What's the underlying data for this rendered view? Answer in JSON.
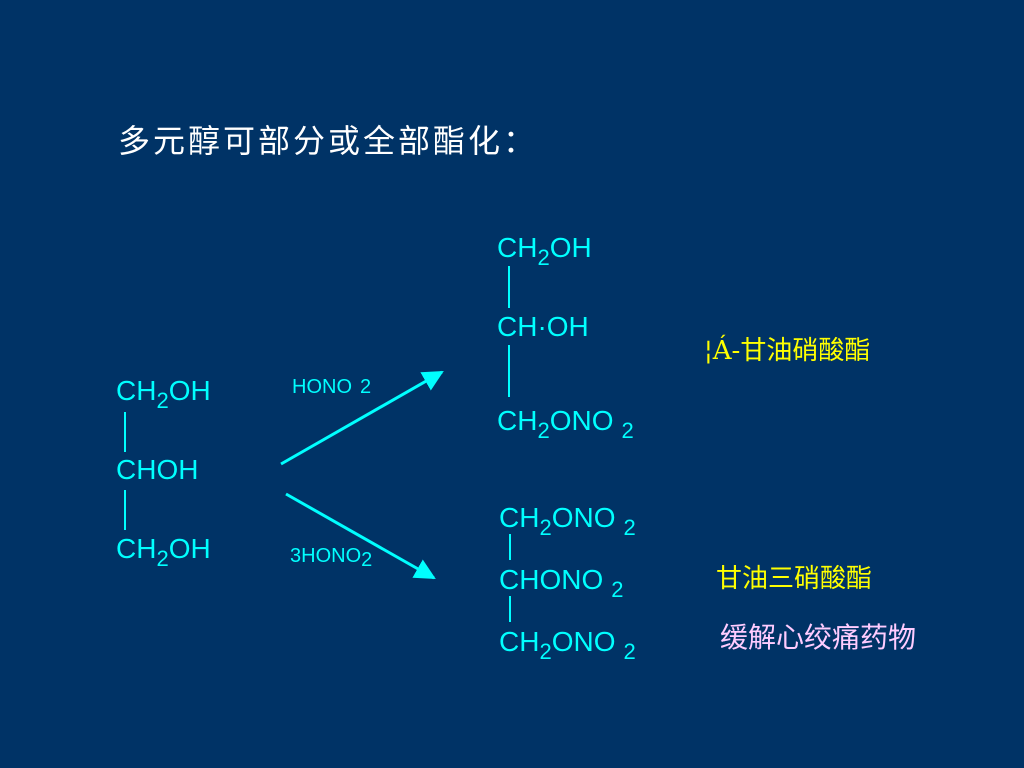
{
  "title": "多元醇可部分或全部酯化：",
  "reactant": {
    "c1_main": "CH",
    "c1_sub": "2",
    "c1_tail": "OH",
    "c2": "CHOH",
    "c3_main": "CH",
    "c3_sub": "2",
    "c3_tail": "OH"
  },
  "reagent_top": {
    "main": "HONO",
    "sub": "2"
  },
  "reagent_bottom": {
    "main": "3HONO",
    "sub": "2"
  },
  "product_top": {
    "c1_main": "CH",
    "c1_sub": "2",
    "c1_tail": "OH",
    "c2": "CH·OH",
    "c3_main": "CH",
    "c3_sub": "2",
    "c3_tail": "ONO",
    "c3_tail_sub": "2"
  },
  "product_bottom": {
    "c1_main": "CH",
    "c1_sub": "2",
    "c1_tail": "ONO",
    "c1_tail_sub": "2",
    "c2_main": "CHONO",
    "c2_sub": "2",
    "c3_main": "CH",
    "c3_sub": "2",
    "c3_tail": "ONO",
    "c3_tail_sub": "2"
  },
  "label_top": "¦Á-甘油硝酸酯",
  "label_bottom": "甘油三硝酸酯",
  "label_use": "缓解心绞痛药物",
  "colors": {
    "background": "#003366",
    "chem": "#00ffff",
    "title": "#ffffff",
    "label_names": "#ffff00",
    "label_use": "#ffccff"
  }
}
